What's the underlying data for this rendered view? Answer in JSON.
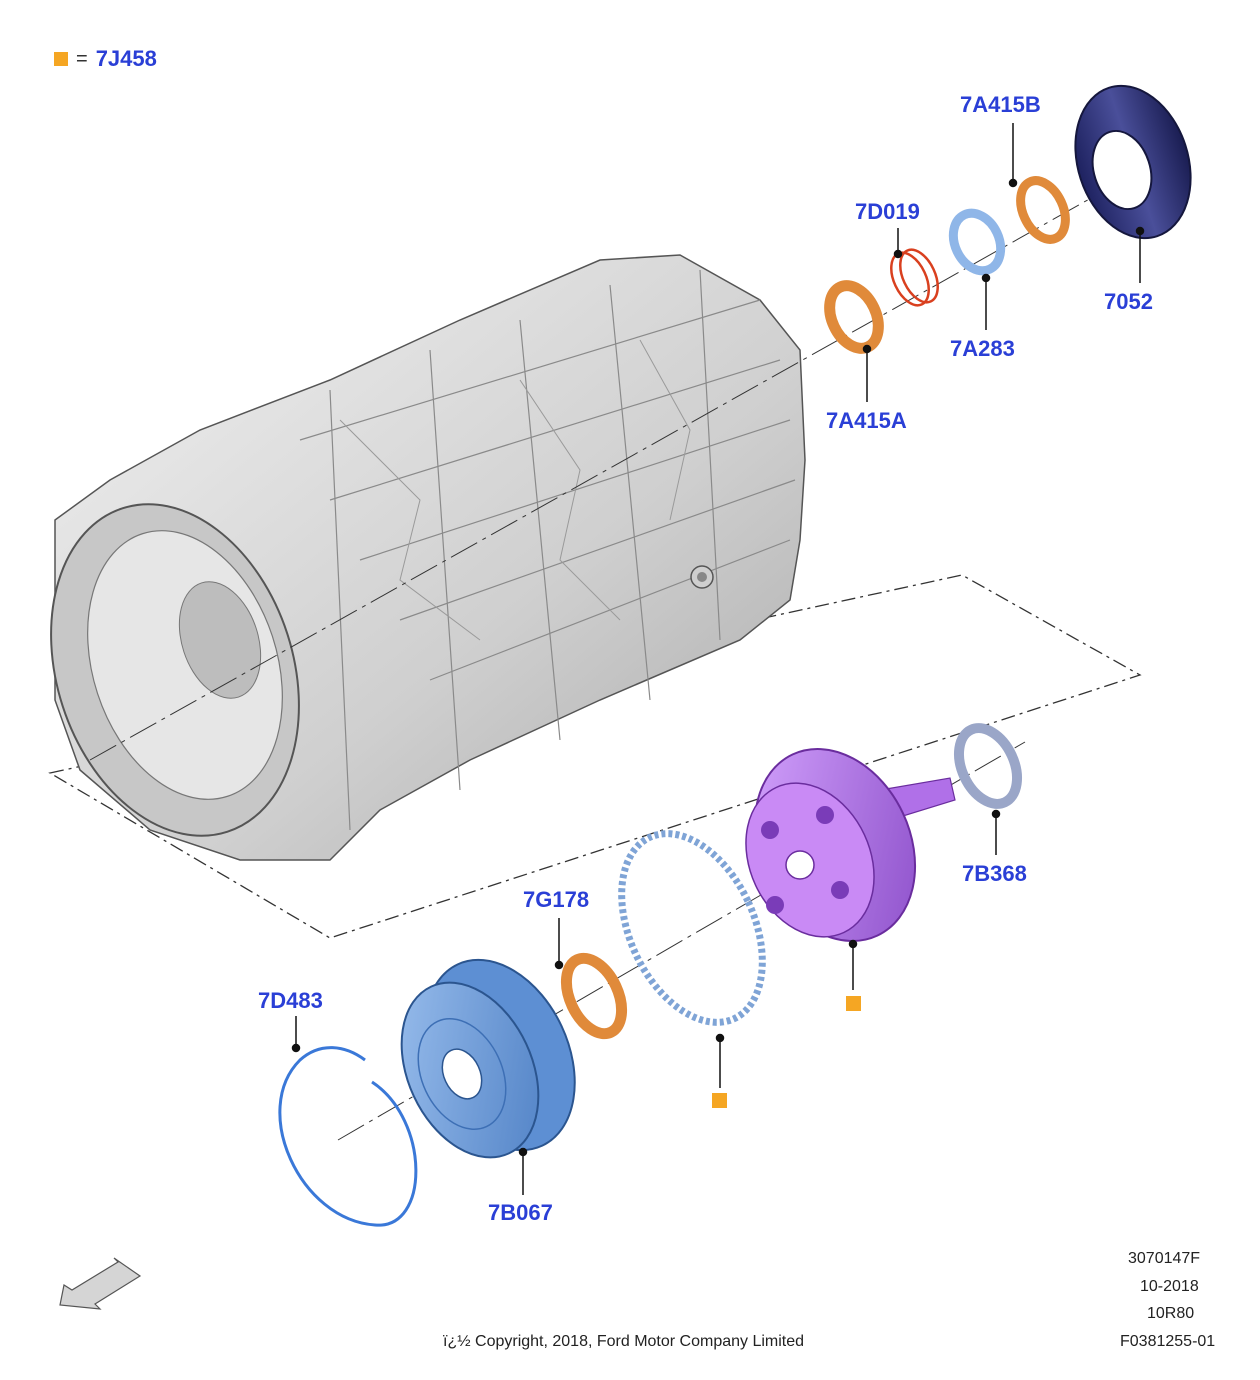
{
  "legend": {
    "symbol_color": "#f5a623",
    "equals": "=",
    "part": "7J458"
  },
  "callouts": {
    "p7A415B": "7A415B",
    "p7D019": "7D019",
    "p7052": "7052",
    "p7A283": "7A283",
    "p7A415A": "7A415A",
    "p7B368": "7B368",
    "p7G178": "7G178",
    "p7D483": "7D483",
    "p7B067": "7B067"
  },
  "footer": {
    "code": "3070147F",
    "date": "10-2018",
    "model": "10R80",
    "figure": "F0381255-01",
    "copyright": "ï¿½ Copyright, 2018, Ford Motor Company Limited"
  },
  "colors": {
    "label": "#2a3fd6",
    "housing": "#d8d8d8",
    "orange_part": "#e08a3a",
    "blue_part": "#6a9ad8",
    "purple_part": "#b070e8",
    "navy_part": "#2d3170",
    "marker": "#f5a623"
  },
  "icons": {
    "direction": "front-arrow-icon"
  }
}
